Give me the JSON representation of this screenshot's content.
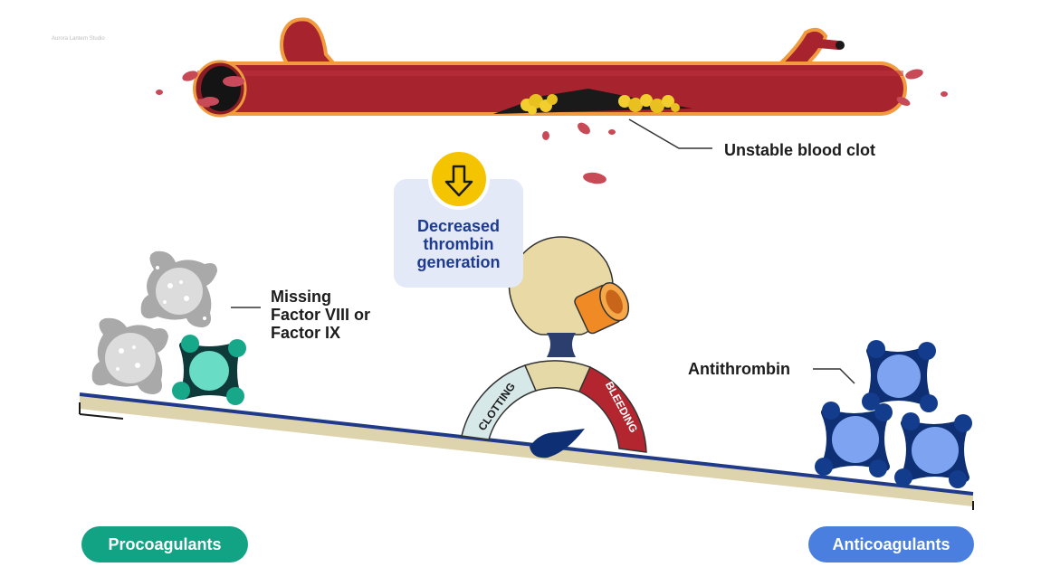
{
  "watermark": "Aurora Lantern Studio",
  "labels": {
    "unstable_clot": "Unstable blood clot",
    "decreased_thrombin": [
      "Decreased",
      "thrombin",
      "generation"
    ],
    "missing_factor": [
      "Missing",
      "Factor VIII or",
      "Factor IX"
    ],
    "antithrombin": "Antithrombin",
    "gauge_left": "CLOTTING",
    "gauge_right": "BLEEDING"
  },
  "pills": {
    "procoagulants": "Procoagulants",
    "anticoagulants": "Anticoagulants"
  },
  "colors": {
    "vessel": "#a7232e",
    "vessel_edge": "#f19a3e",
    "clot": "#f2cf2f",
    "procoagulant_pill": "#12a385",
    "anticoagulant_pill": "#4a7fe0",
    "callout_text": "#1d3c8f",
    "arrow_circle": "#f5c400",
    "beam": "#ddd3ad",
    "beam_edge": "#1f3a8a",
    "gauge_clotting": "#d7e8e8",
    "gauge_mid": "#e6d9a8",
    "gauge_bleeding": "#b3262f",
    "antithrombin": "#7ea3f0",
    "antithrombin_dark": "#0e2f73",
    "teal_factor": "#69dcc6",
    "teal_factor_dark": "#0f6e5a",
    "grey_factor": "#a9a9a9"
  },
  "icons": [
    "down-arrow-icon"
  ]
}
